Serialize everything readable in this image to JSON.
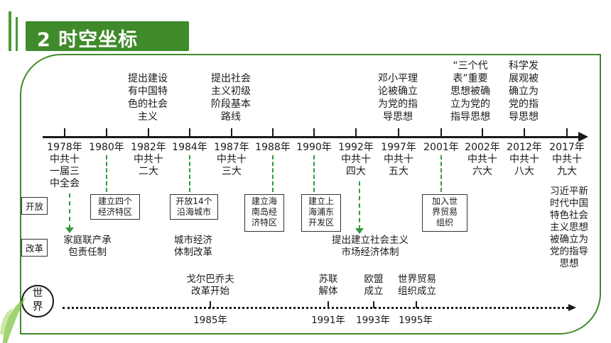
{
  "header": {
    "title": "2 时空坐标"
  },
  "top_events": [
    "提出建设\n有中国特\n色的社会\n主义",
    "提出社会\n主义初级\n阶段基本\n路线",
    "邓小平理\n论被确立\n为党的指\n导思想",
    "“三个代\n表”重要\n思想被确\n立为党的\n指导思想",
    "科学发\n展观被\n确立为\n党的指\n导思想"
  ],
  "years": [
    "1978年\n中共十\n一届三\n中全会",
    "1980年",
    "1982年\n中共十\n二大",
    "1984年",
    "1987年\n中共十\n三大",
    "1988年",
    "1990年",
    "1992年\n中共十\n四大",
    "1997年\n中共十\n五大",
    "2001年",
    "2002年\n中共十\n六大",
    "2012年\n中共十\n八大",
    "2017年\n中共十\n九大"
  ],
  "rows": {
    "open": "开放",
    "reform": "改革"
  },
  "opening_boxes": [
    "建立四个\n经济特区",
    "开放14个\n沿海城市",
    "建立海\n南岛经\n济特区",
    "建立上\n海浦东\n开发区",
    "加入世\n界贸易\n组织"
  ],
  "reform_items": [
    "家庭联产承\n包责任制",
    "城市经济\n体制改革",
    "提出建立社会主义\n市场经济体制"
  ],
  "xi_thought": "习近平新\n时代中国\n特色社会\n主义思想\n被确立为\n党的指导\n思想",
  "world": {
    "label": "世\n界",
    "events": [
      "戈尔巴乔夫\n改革开始",
      "苏联\n解体",
      "欧盟\n成立",
      "世界贸易\n组织成立"
    ],
    "years": [
      "1985年",
      "1991年",
      "1993年",
      "1995年"
    ]
  },
  "colors": {
    "brand_green": "#3f8a2a",
    "dash_green": "#2f9a3d"
  }
}
